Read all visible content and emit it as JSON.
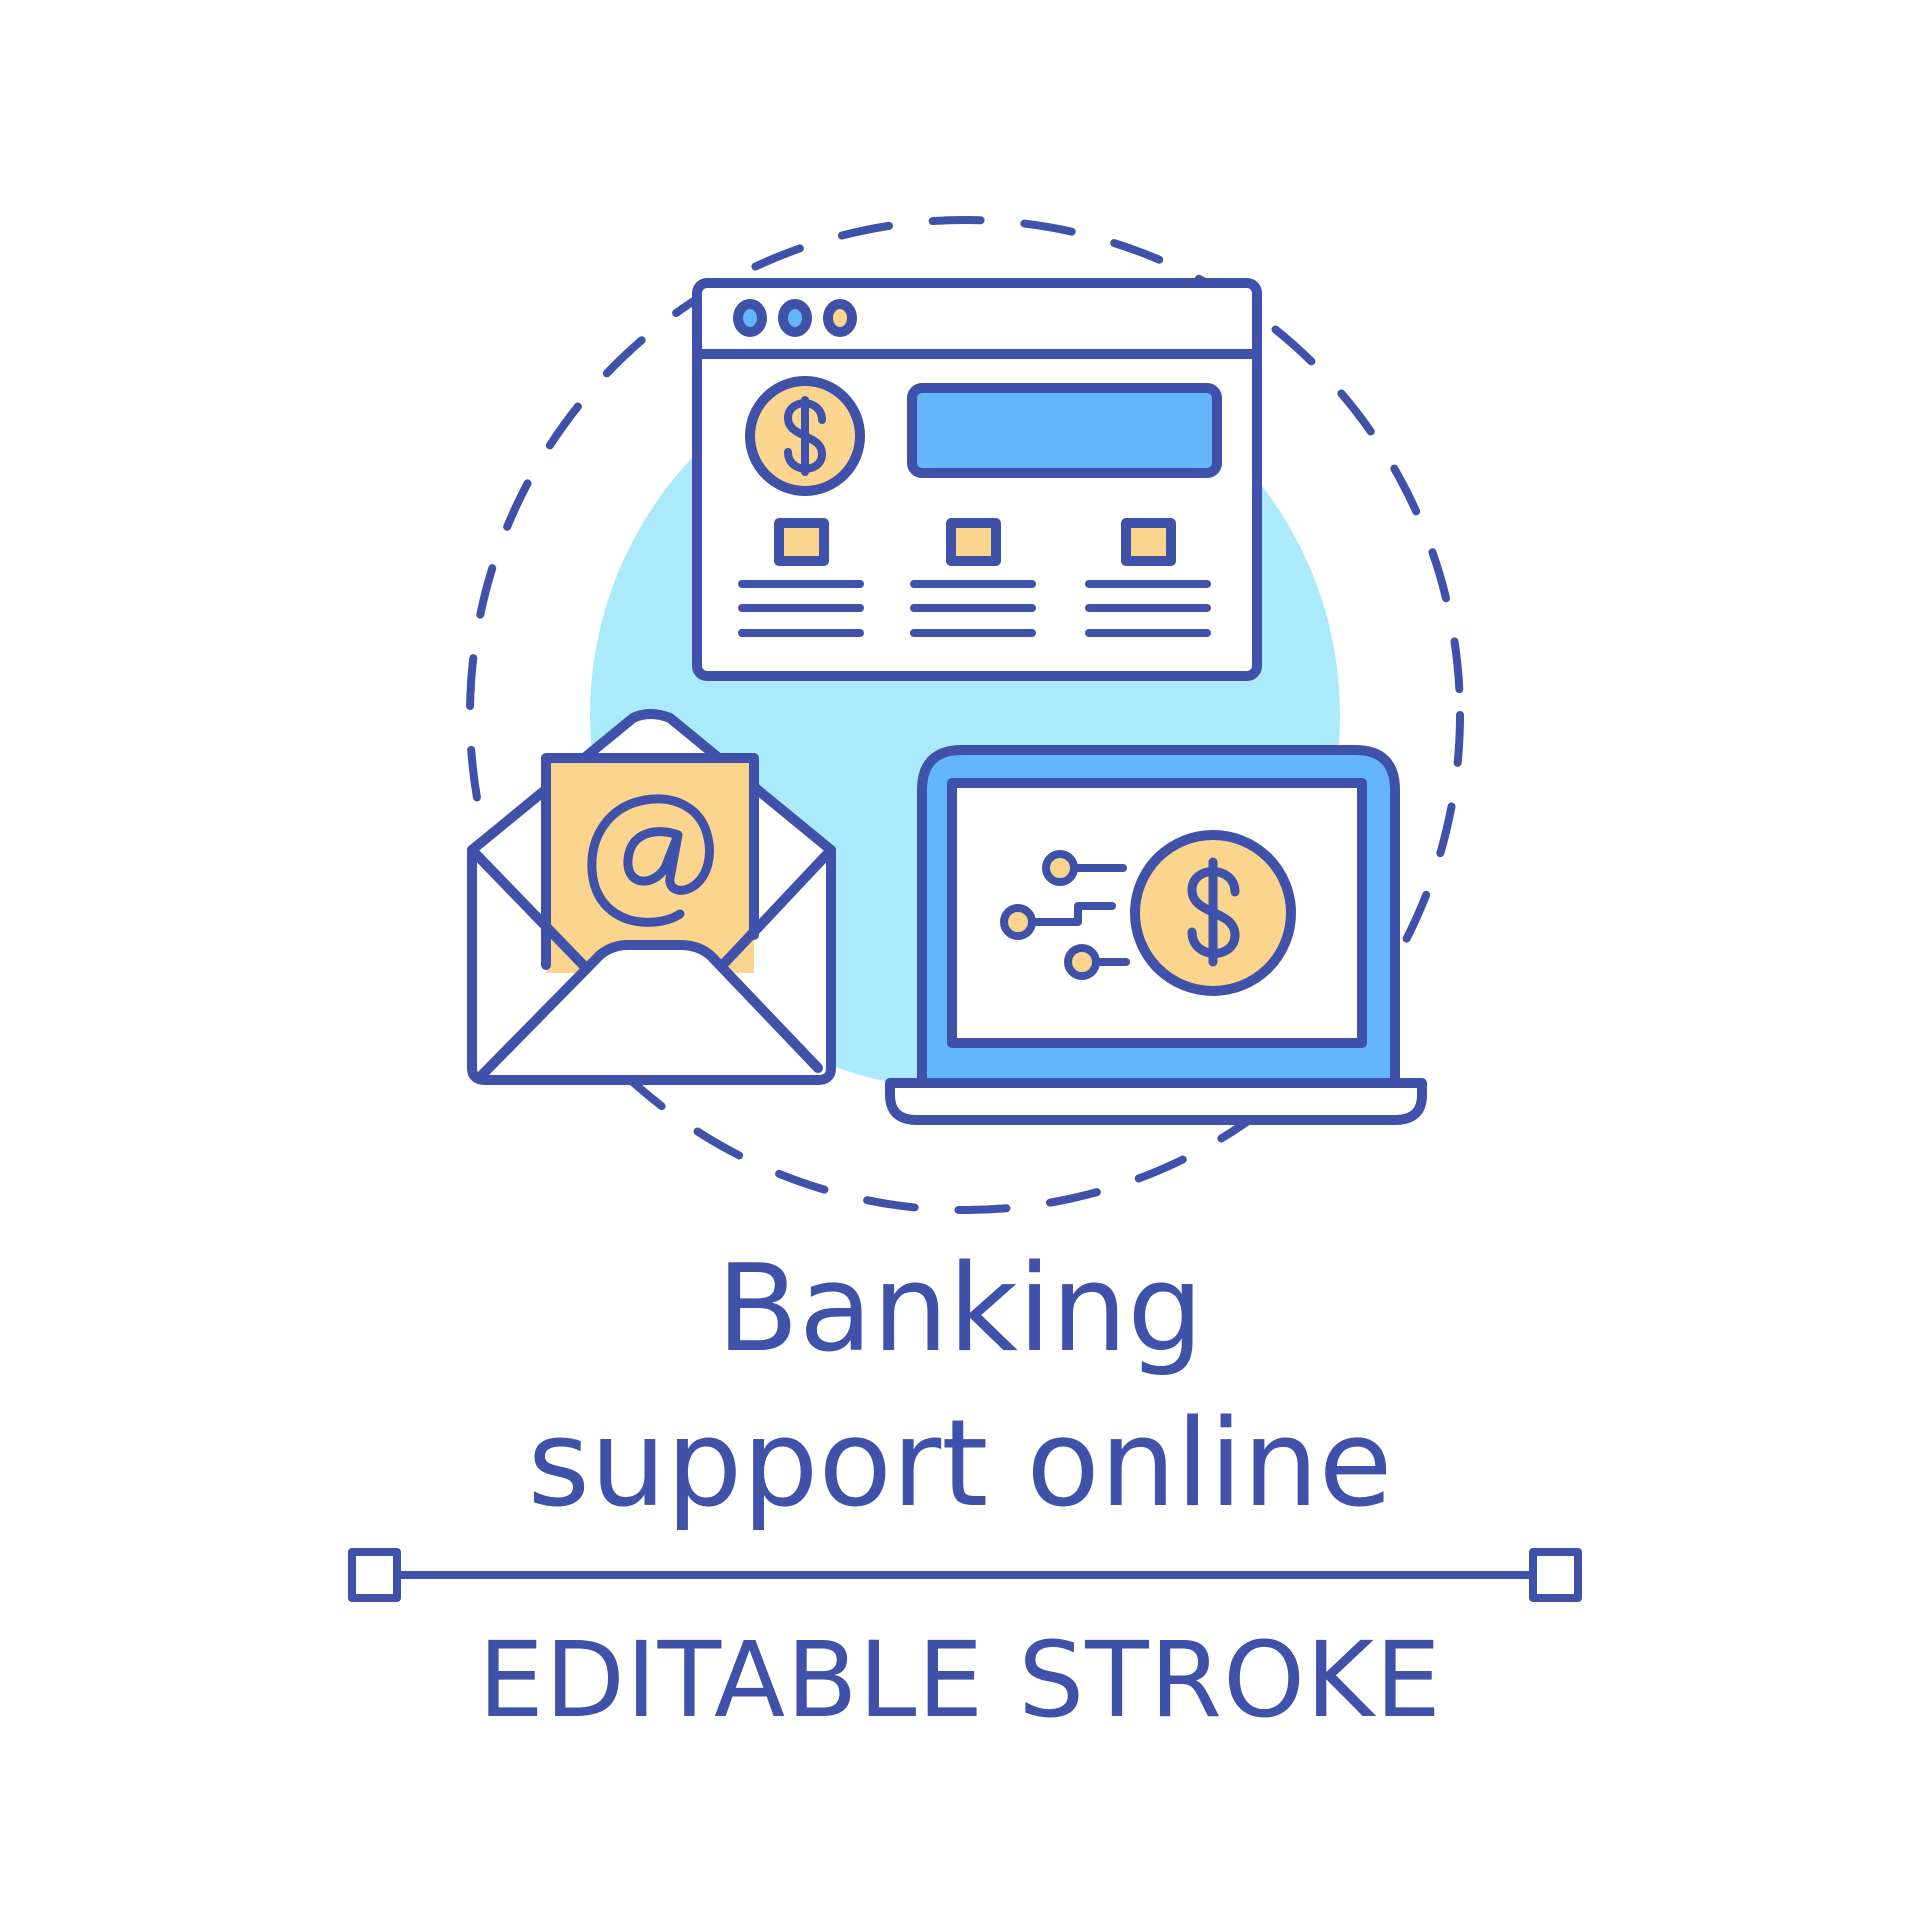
{
  "title": {
    "line1": "Banking",
    "line2": "support online"
  },
  "subtitle": "EDITABLE STROKE",
  "icons": [
    "browser-window-icon",
    "dollar-coin-icon",
    "email-envelope-icon",
    "at-sign-icon",
    "laptop-icon",
    "digital-transfer-icon"
  ],
  "colors": {
    "stroke": "#3f51a9",
    "background_circle": "#aaeafb",
    "accent_yellow": "#fbd58e",
    "accent_blue": "#63b6f8",
    "background": "#ffffff"
  }
}
